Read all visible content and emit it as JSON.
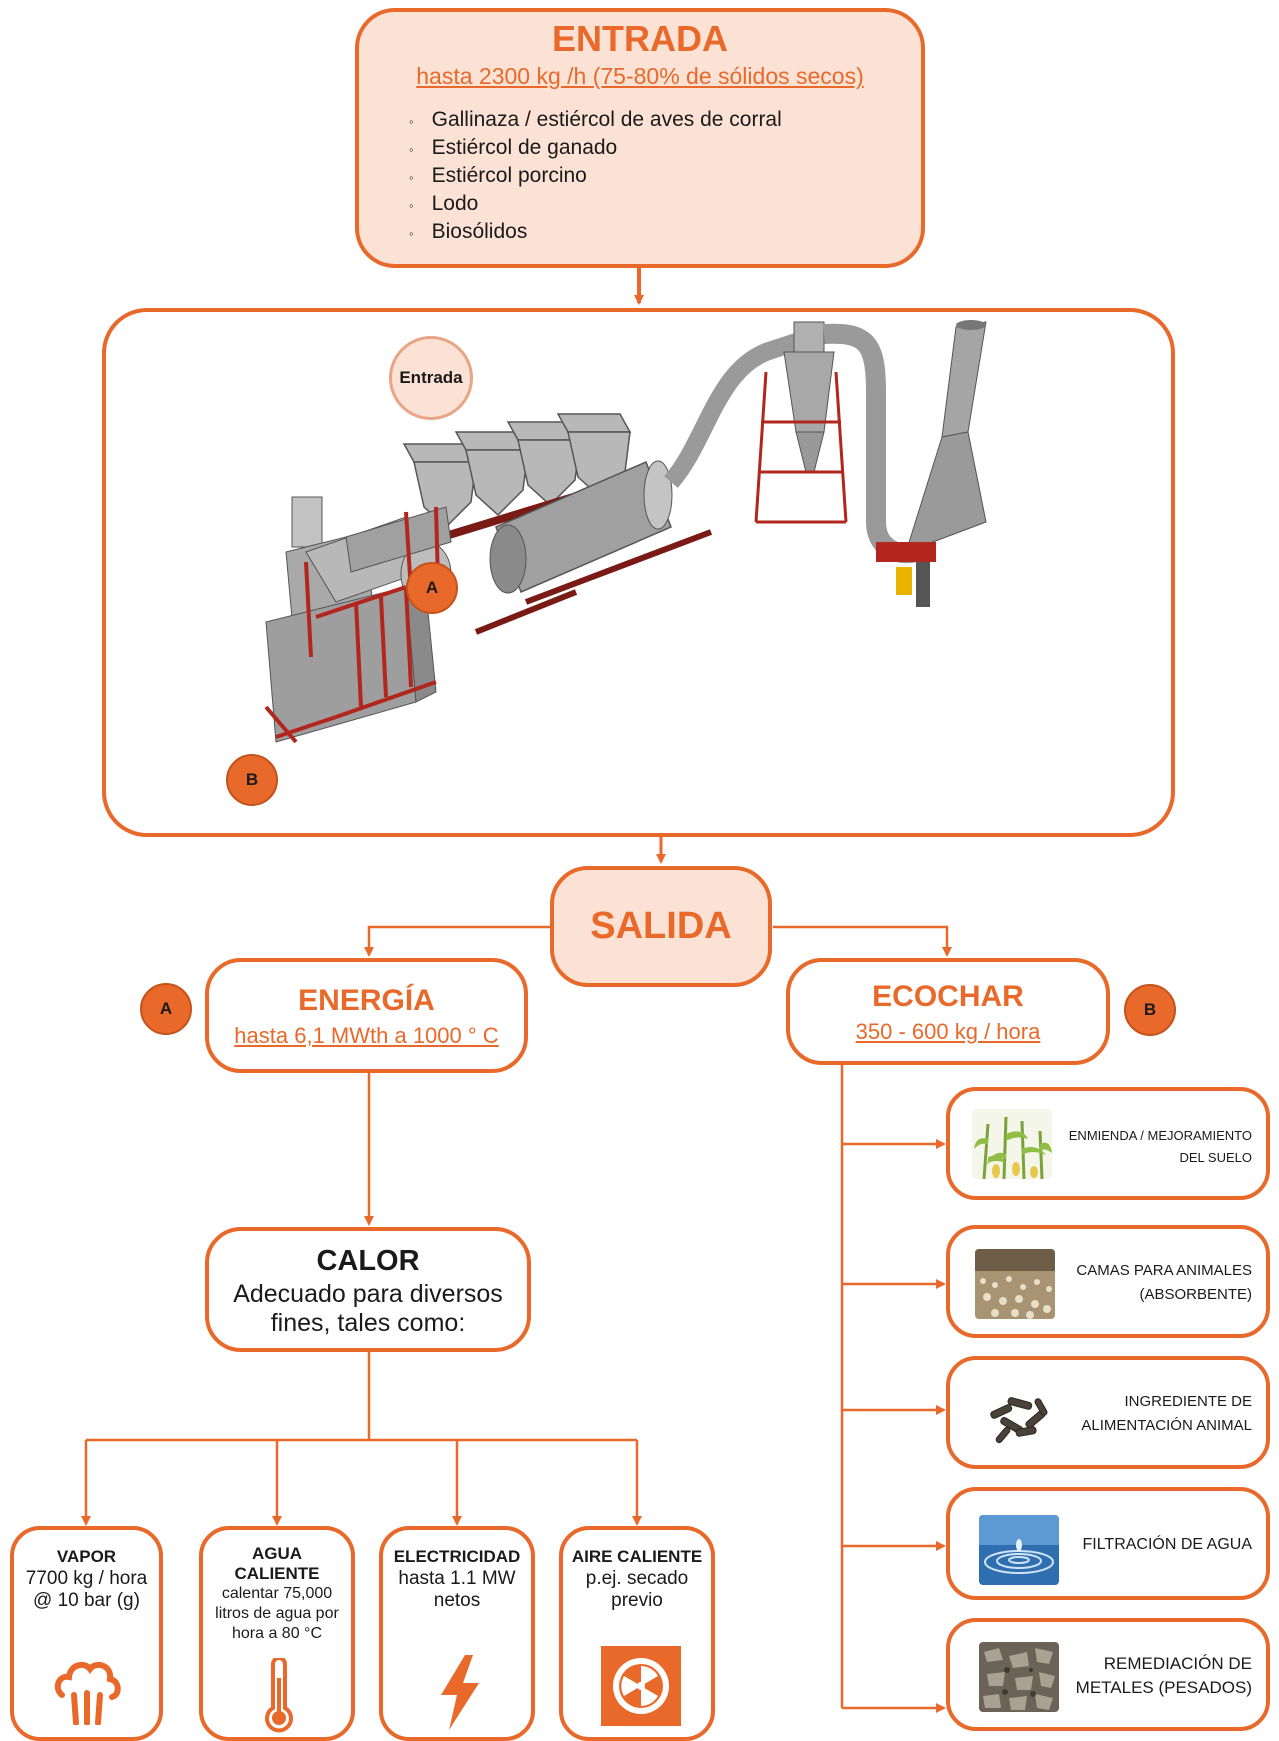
{
  "entrada": {
    "title": "ENTRADA",
    "subtitle": "hasta 2300 kg /h (75-80% de sólidos secos)",
    "items": [
      "Gallinaza / estiércol de aves de corral",
      "Estiércol de ganado",
      "Estiércol porcino",
      "Lodo",
      "Biosólidos"
    ]
  },
  "plant": {
    "entrada_label": "Entrada",
    "badge_a": "A",
    "badge_b": "B"
  },
  "salida": {
    "title": "SALIDA"
  },
  "energia": {
    "badge": "A",
    "title": "ENERGÍA",
    "subtitle": "hasta 6,1 MWth a 1000 ° C"
  },
  "ecochar": {
    "badge": "B",
    "title": "ECOCHAR",
    "subtitle": "350 - 600 kg / hora"
  },
  "calor": {
    "title": "CALOR",
    "line1": "Adecuado para diversos",
    "line2": "fines, tales como:"
  },
  "heat_uses": [
    {
      "title": "VAPOR",
      "lines": [
        "7700 kg / hora",
        "@ 10 bar (g)"
      ],
      "icon": "steam-icon"
    },
    {
      "title_lines": [
        "AGUA",
        "CALIENTE"
      ],
      "lines": [
        "calentar 75,000",
        "litros de agua por",
        "hora a 80 °C"
      ],
      "icon": "thermometer-icon"
    },
    {
      "title": "ELECTRICIDAD",
      "lines": [
        "hasta 1.1 MW",
        "netos"
      ],
      "icon": "lightning-icon"
    },
    {
      "title": "AIRE CALIENTE",
      "lines": [
        "p.ej. secado",
        "previo"
      ],
      "icon": "fan-icon"
    }
  ],
  "ecochar_uses": [
    {
      "lines": [
        "ENMIENDA / MEJORAMIENTO",
        "DEL SUELO"
      ],
      "image": "corn-plants-image"
    },
    {
      "lines": [
        "CAMAS PARA ANIMALES",
        "(ABSORBENTE)"
      ],
      "image": "poultry-barn-image"
    },
    {
      "lines": [
        "INGREDIENTE DE",
        "ALIMENTACIÓN ANIMAL"
      ],
      "image": "biochar-pellets-image"
    },
    {
      "lines": [
        "FILTRACIÓN DE AGUA"
      ],
      "image": "water-drop-image"
    },
    {
      "lines": [
        "REMEDIACIÓN DE",
        "METALES (PESADOS)"
      ],
      "image": "heavy-metals-image"
    }
  ],
  "colors": {
    "accent": "#e8692a",
    "peach": "#fce2d5",
    "machine_gray": "#9a9a9a",
    "frame_red": "#b3261e"
  }
}
